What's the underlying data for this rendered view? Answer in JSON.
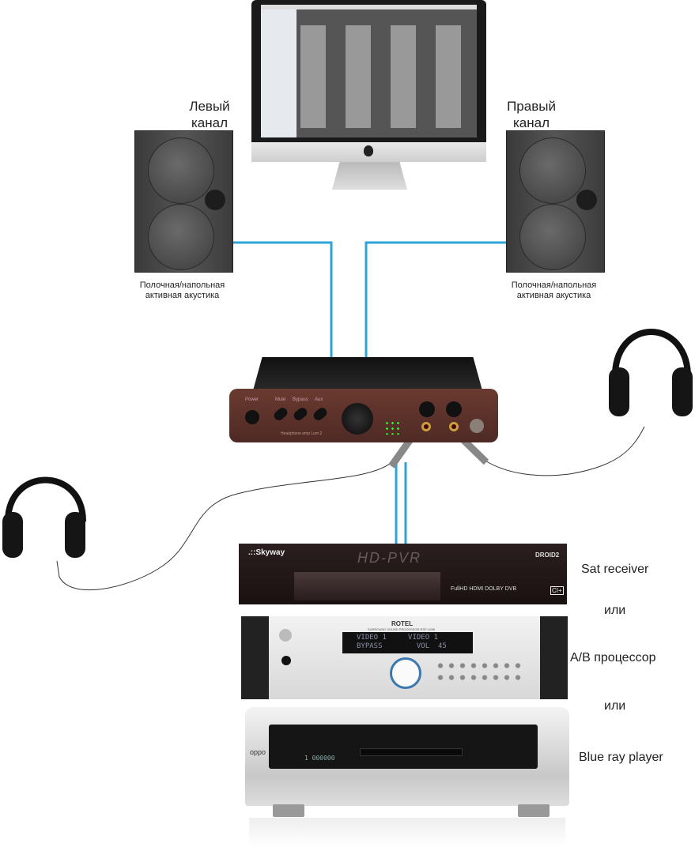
{
  "labels": {
    "left_channel": "Левый канал",
    "right_channel": "Правый канал",
    "speaker_caption_left": "Полочная/напольная активная акустика",
    "speaker_caption_right": "Полочная/напольная активная акустика",
    "sat_receiver": "Sat receiver",
    "or_1": "или",
    "av_processor": "A/B процессор",
    "or_2": "или",
    "bluray": "Blue ray player"
  },
  "amp": {
    "power": "Power",
    "mute": "Mute",
    "bypass": "Bypass",
    "aux": "Aux",
    "model": "Headphone amp Lum 2"
  },
  "sat": {
    "brand": ".::Skyway",
    "display": "HD-PVR",
    "model": "DROID2",
    "badges": "FullHD  HDMI  DOLBY  DVB",
    "ci": "CI+"
  },
  "processor": {
    "brand": "ROTEL",
    "subtitle": "SURROUND SOUND PROCESSOR RSP-1098",
    "line1": "VIDEO 1     VIDEO 1",
    "line2": "BYPASS        VOL  45"
  },
  "bluray": {
    "brand": "oppo",
    "counter": "1  000000"
  },
  "colors": {
    "cable": "#2ea3d8"
  }
}
